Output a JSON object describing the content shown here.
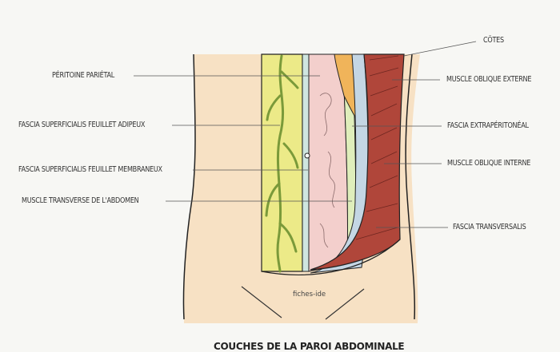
{
  "title": "COUCHES DE LA PAROI ABDOMINALE",
  "credit": "fiches-ide",
  "labels_left": [
    "PÉRITOINE PARIÉTAL",
    "FASCIA SUPERFICIALIS FEUILLET ADIPEUX",
    "FASCIA SUPERFICIALIS FEUILLET MEMBRANEUX",
    "MUSCLE TRANSVERSE DE L'ABDOMEN"
  ],
  "labels_right": [
    "CÔTES",
    "MUSCLE OBLIQUE EXTERNE",
    "FASCIA EXTRAPÉRITONÉAL",
    "MUSCLE OBLIQUE INTERNE",
    "FASCIA TRANSVERSALIS"
  ],
  "colors": {
    "skin": "#f7e1c4",
    "adipose": "#ecea88",
    "vessels": "#7a9a3a",
    "intestine": "#f3cfcc",
    "ribs": "#f0b45a",
    "muscle": "#b0463a",
    "fascia": "#cfe6e0"
  }
}
